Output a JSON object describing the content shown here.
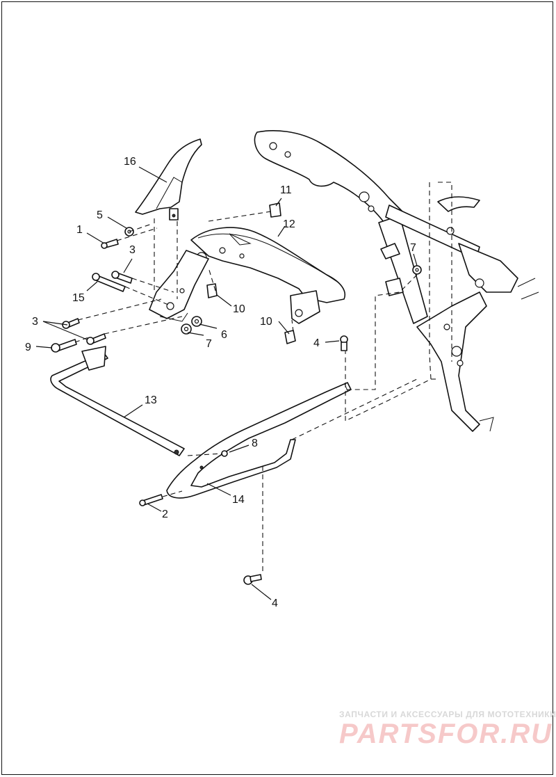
{
  "callouts": {
    "c1": "1",
    "c2": "2",
    "c3a": "3",
    "c3b": "3",
    "c4a": "4",
    "c4b": "4",
    "c5": "5",
    "c6": "6",
    "c7a": "7",
    "c7b": "7",
    "c8": "8",
    "c9": "9",
    "c10a": "10",
    "c10b": "10",
    "c11": "11",
    "c12": "12",
    "c13": "13",
    "c14": "14",
    "c15": "15",
    "c16": "16"
  },
  "watermark": {
    "tagline": "ЗАПЧАСТИ И АКСЕССУАРЫ ДЛЯ МОТОТЕХНИКИ",
    "brand": "PARTSFOR.RU",
    "brand_color": "#f6c9c9"
  }
}
